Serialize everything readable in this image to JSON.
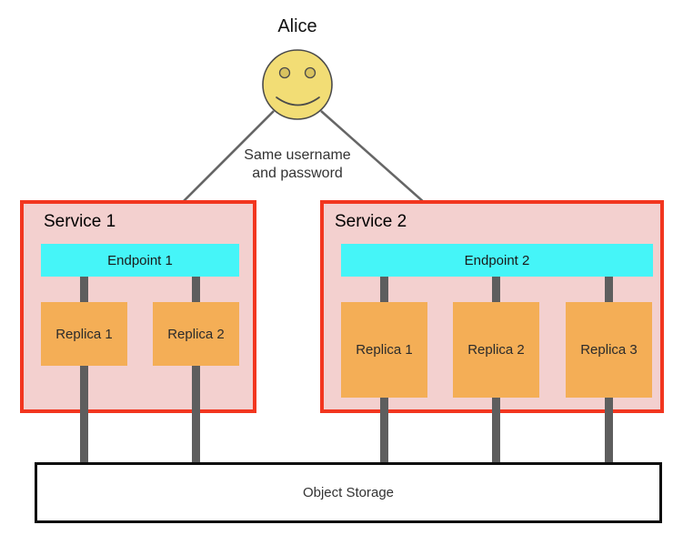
{
  "actor": {
    "label": "Alice"
  },
  "annotation": {
    "lines": [
      "Same username",
      "and password"
    ]
  },
  "services": [
    {
      "name": "Service 1",
      "endpoint": "Endpoint 1",
      "replicas": [
        "Replica 1",
        "Replica 2"
      ]
    },
    {
      "name": "Service 2",
      "endpoint": "Endpoint 2",
      "replicas": [
        "Replica 1",
        "Replica 2",
        "Replica 3"
      ]
    }
  ],
  "storage": {
    "label": "Object Storage"
  },
  "colors": {
    "service_fill": "#f3d0cf",
    "service_border": "#f2361f",
    "endpoint_fill": "#45f5f8",
    "replica_fill": "#f4ae56",
    "connector_gray": "#5e5e5e",
    "arrow_gray": "#666666",
    "face_fill": "#f2dd75",
    "face_eye_fill": "#d9c35f",
    "face_stroke": "#4a4a4a",
    "storage_border": "#0d0d0d"
  }
}
